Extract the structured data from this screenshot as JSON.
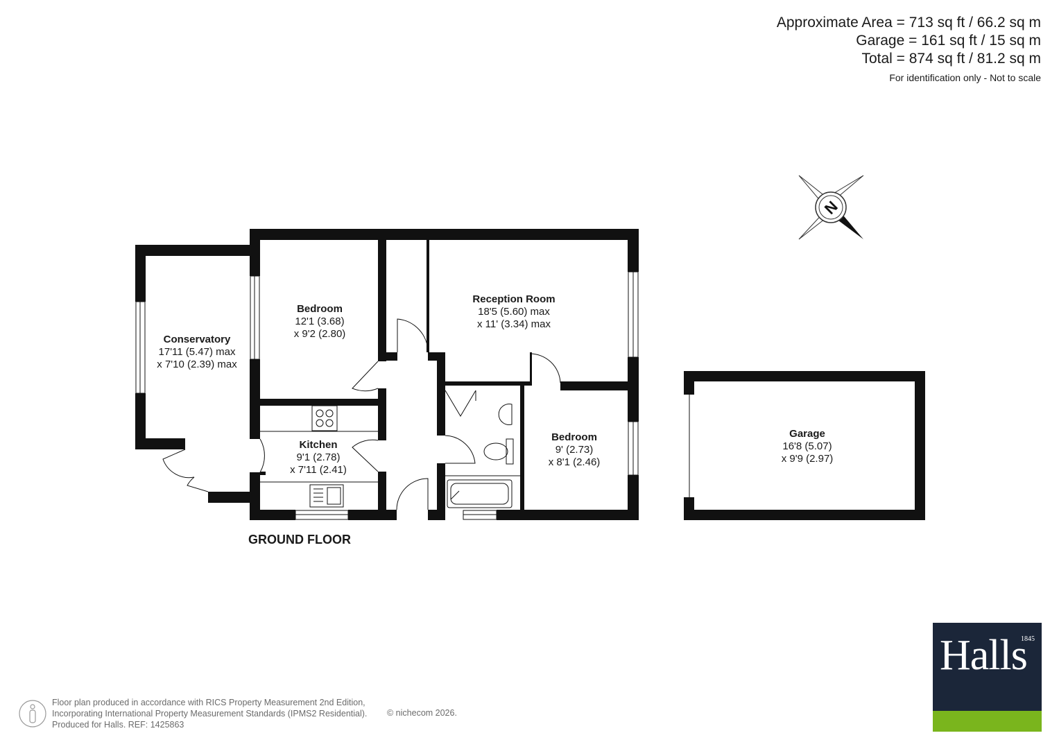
{
  "areas": {
    "approximate": "Approximate Area = 713 sq ft / 66.2 sq m",
    "garage": "Garage = 161 sq ft / 15 sq m",
    "total": "Total = 874 sq ft / 81.2 sq m",
    "note": "For identification only - Not to scale"
  },
  "compass": {
    "letter": "N"
  },
  "floor_label": "GROUND FLOOR",
  "rooms": {
    "conservatory": {
      "name": "Conservatory",
      "dim1": "17'11 (5.47) max",
      "dim2": "x 7'10 (2.39) max"
    },
    "bedroom1": {
      "name": "Bedroom",
      "dim1": "12'1 (3.68)",
      "dim2": "x 9'2 (2.80)"
    },
    "reception": {
      "name": "Reception Room",
      "dim1": "18'5 (5.60) max",
      "dim2": "x 11' (3.34) max"
    },
    "kitchen": {
      "name": "Kitchen",
      "dim1": "9'1 (2.78)",
      "dim2": "x 7'11 (2.41)"
    },
    "bedroom2": {
      "name": "Bedroom",
      "dim1": "9' (2.73)",
      "dim2": "x 8'1 (2.46)"
    },
    "garage": {
      "name": "Garage",
      "dim1": "16'8 (5.07)",
      "dim2": "x 9'9 (2.97)"
    }
  },
  "footer": {
    "line1": "Floor plan produced in accordance with RICS Property Measurement 2nd Edition,",
    "line2": "Incorporating International Property Measurement Standards (IPMS2 Residential).",
    "line3": "Produced for Halls.   REF: 1425863",
    "copyright": "© nichecom 2026."
  },
  "logo": {
    "text": "Halls",
    "year": "1845"
  },
  "colors": {
    "wall": "#111111",
    "logo_bg": "#1b2639",
    "logo_band": "#7ab51d"
  }
}
